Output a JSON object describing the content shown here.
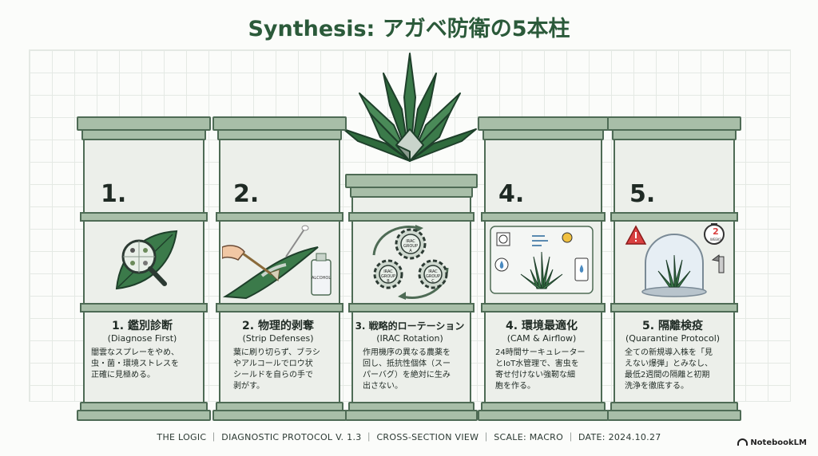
{
  "title": "Synthesis: アガベ防衛の5本柱",
  "pillars": [
    {
      "num": "1.",
      "title": "1. 鑑別診断",
      "subtitle": "(Diagnose First)",
      "body": [
        "闇雲なスプレーをやめ、",
        "虫・菌・環境ストレスを",
        "正確に見極める。"
      ]
    },
    {
      "num": "2.",
      "title": "2. 物理的剥奪",
      "subtitle": "(Strip Defenses)",
      "body": [
        "葉に刷り切らず、ブラシ",
        "やアルコールでロウ状",
        "シールドを自らの手で",
        "剥がす。"
      ],
      "bottle_label": "ALCOHOL"
    },
    {
      "num": "",
      "title": "3. 戦略的ローテーション",
      "subtitle": "(IRAC Rotation)",
      "body": [
        "作用機序の異なる農薬を",
        "回し、抵抗性個体（スー",
        "パーバグ）を絶対に生み",
        "出さない。"
      ],
      "gear_a": "IRAC GROUP A",
      "gear_b": "IRAC GROUP B",
      "gear_c": "IRAC GROUP C"
    },
    {
      "num": "4.",
      "title": "4. 環境最適化",
      "subtitle": "(CAM & Airflow)",
      "body": [
        "24時間サーキュレーター",
        "とIoT水管理で、害虫を",
        "寄せ付けない強靭な細",
        "胞を作る。"
      ]
    },
    {
      "num": "5.",
      "title": "5. 隔離検疫",
      "subtitle": "(Quarantine Protocol)",
      "body": [
        "全ての新規導入株を「見",
        "えない爆弾」とみなし、",
        "最低2週間の隔離と初期",
        "洗浄を徹底する。"
      ],
      "timer_text": "2",
      "timer_sub": "WEEKS"
    }
  ],
  "footer": "THE LOGIC ｜ DIAGNOSTIC PROTOCOL V. 1.3 ｜ CROSS-SECTION VIEW ｜ SCALE: MACRO ｜ DATE: 2024.10.27",
  "brand": "NotebookLM",
  "colors": {
    "accent": "#2b5a3a",
    "pillar_stone": "#ecefea",
    "pillar_trim": "#a8bea8",
    "outline": "#4e6b55",
    "leaf": "#2f6b3d"
  }
}
